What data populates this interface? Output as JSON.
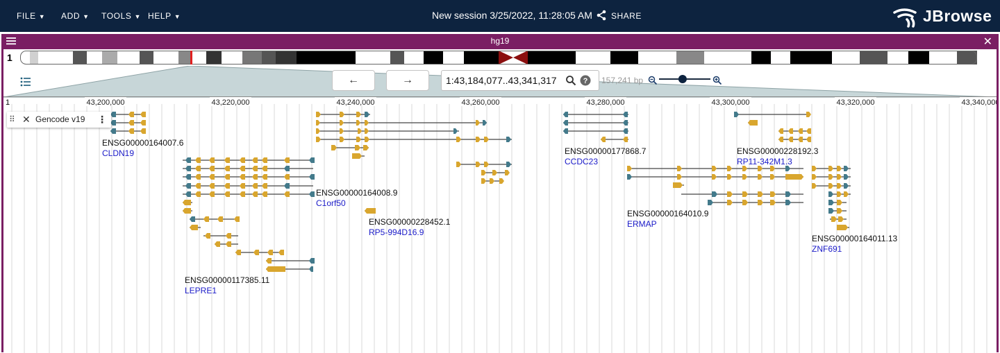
{
  "menu": [
    {
      "label": "FILE"
    },
    {
      "label": "ADD"
    },
    {
      "label": "TOOLS"
    },
    {
      "label": "HELP"
    }
  ],
  "session_title": "New session 3/25/2022, 11:28:05 AM",
  "share_label": "SHARE",
  "brand": "JBrowse",
  "view": {
    "assembly": "hg19",
    "ref_name": "1",
    "locstring": "1:43,184,077..43,341,317",
    "bp_count": "157,241 bp",
    "zoom_level": 0.45
  },
  "ruler": {
    "ticks": [
      "43,200,000",
      "43,220,000",
      "43,240,000",
      "43,260,000",
      "43,280,000",
      "43,300,000",
      "43,320,000",
      "43,340,000"
    ],
    "start_label": "1"
  },
  "track": {
    "name": "Gencode v19"
  },
  "genes": [
    {
      "id": "ENSG00000164007.6",
      "name": "CLDN19"
    },
    {
      "id": "ENSG00000164008.9",
      "name": "C1orf50"
    },
    {
      "id": "ENSG00000228452.1",
      "name": "RP5-994D16.9"
    },
    {
      "id": "ENSG00000117385.11",
      "name": "LEPRE1"
    },
    {
      "id": "ENSG00000177868.7",
      "name": "CCDC23"
    },
    {
      "id": "ENSG00000228192.3",
      "name": "RP11-342M1.3"
    },
    {
      "id": "ENSG00000164010.9",
      "name": "ERMAP"
    },
    {
      "id": "ENSG00000164011.13",
      "name": "ZNF691"
    }
  ],
  "colors": {
    "appbar": "#0d233f",
    "view_border": "#7a1e63",
    "exon_coding": "#d9a62e",
    "exon_utr": "#437a8b",
    "gene_name": "#1a1ac8",
    "centromere": "#8b0f0f"
  },
  "icons": {
    "menu": "hamburger-icon",
    "close": "close-icon",
    "back": "arrow-left-icon",
    "forward": "arrow-right-icon",
    "search": "search-icon",
    "help": "help-icon",
    "zoom_out": "zoom-out-icon",
    "zoom_in": "zoom-in-icon",
    "share": "share-icon",
    "track_selector": "track-list-icon",
    "drag": "drag-handle-icon",
    "more": "more-vert-icon"
  }
}
